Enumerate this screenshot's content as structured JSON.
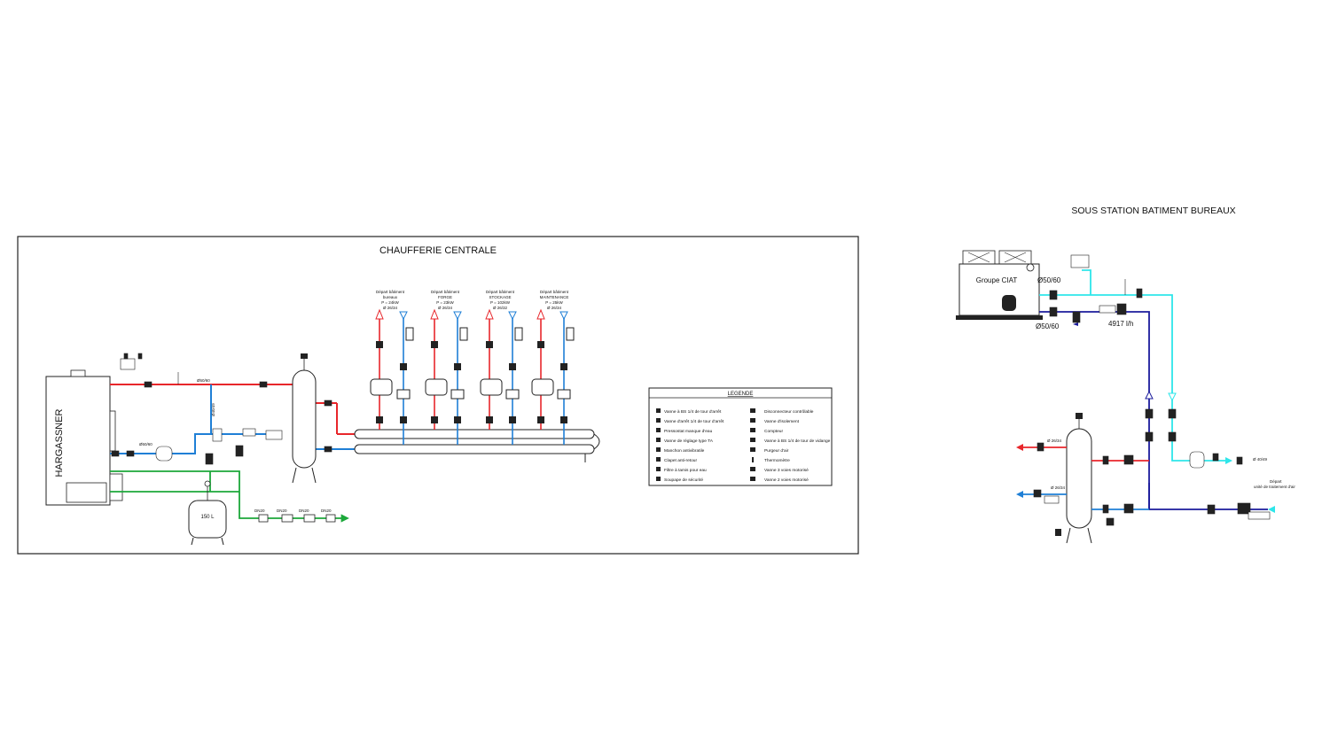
{
  "colors": {
    "hot": "#e8262b",
    "cold": "#1f7fd6",
    "fill": "#1ca83a",
    "cyan": "#2ee6ea",
    "navy": "#1c1c9c",
    "frame": "#222222"
  },
  "chaufferie": {
    "title": "CHAUFFERIE CENTRALE",
    "boiler_label": "HARGASSNER",
    "expansion_vessel_label": "150 L",
    "pipe_labels": {
      "main_hot": "Ø50/60",
      "main_cold": "Ø50/60",
      "riser": "Ø40/49"
    },
    "departures": [
      {
        "l1": "Départ bâtiment",
        "l2": "bureaux",
        "l3": "P = 24kW",
        "l4": "Ø 26/34"
      },
      {
        "l1": "Départ bâtiment",
        "l2": "FORGE",
        "l3": "P = 23kW",
        "l4": "Ø 26/34"
      },
      {
        "l1": "Départ bâtiment",
        "l2": "STOCKAGE",
        "l3": "P = 102kW",
        "l4": "Ø 26/32"
      },
      {
        "l1": "Départ bâtiment",
        "l2": "MAINTENANCE",
        "l3": "P = 25kW",
        "l4": "Ø 26/34"
      }
    ],
    "fill_line_labels": [
      "DN20",
      "DN20",
      "DN20",
      "DN20"
    ]
  },
  "legend": {
    "title": "LEGENDE",
    "left_items": [
      "Vanne à BS 1/4 de tour d'arrêt",
      "Vanne d'arrêt 1/4 de tour d'arrêt",
      "Pressostat manque d'eau",
      "Vanne de réglage type TA",
      "Manchon antivibratile",
      "Clapet anti-retour",
      "Filtre à tamis pour eau",
      "Soupape de sécurité"
    ],
    "right_items": [
      "Disconnecteur contrôlable",
      "Vanne d'isolement",
      "Compteur",
      "Vanne à BS 1/4 de tour de vidange",
      "Purgeur d'air",
      "Thermomètre",
      "Vanne 3 voies motorisé",
      "Vanne 2 voies motorisé"
    ]
  },
  "sous_station": {
    "title": "SOUS STATION BATIMENT BUREAUX",
    "chiller_label": "Groupe CIAT",
    "pipe_top_label": "Ø50/60",
    "pipe_bottom_label": "Ø50/60",
    "flow_label": "4917 l/h",
    "right_pipe_label": "Ø 40/49",
    "right_depart_l1": "Départ",
    "right_depart_l2": "unité de traitement d'air",
    "left_labels": [
      "Ø 26/34",
      "Ø 26/34"
    ]
  }
}
